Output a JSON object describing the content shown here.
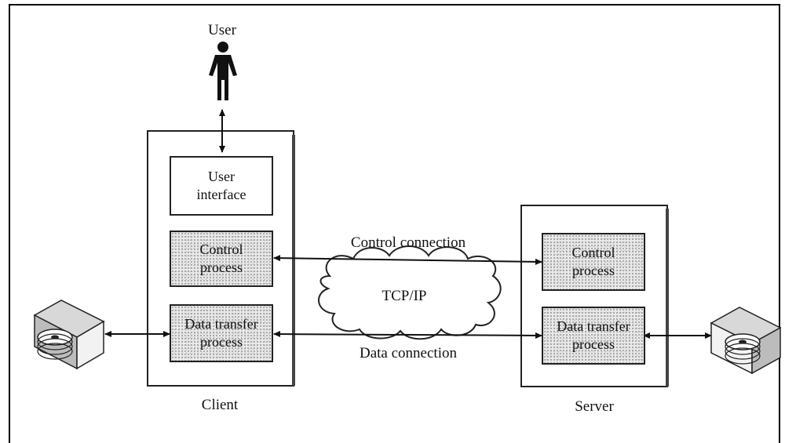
{
  "diagram": {
    "user_label": "User",
    "client_label": "Client",
    "server_label": "Server",
    "client_boxes": {
      "user_interface": [
        "User",
        "interface"
      ],
      "control_process": [
        "Control",
        "process"
      ],
      "data_transfer_process": [
        "Data transfer",
        "process"
      ]
    },
    "server_boxes": {
      "control_process": [
        "Control",
        "process"
      ],
      "data_transfer_process": [
        "Data transfer",
        "process"
      ]
    },
    "network_label": "TCP/IP",
    "control_connection_label": "Control connection",
    "data_connection_label": "Data connection"
  }
}
